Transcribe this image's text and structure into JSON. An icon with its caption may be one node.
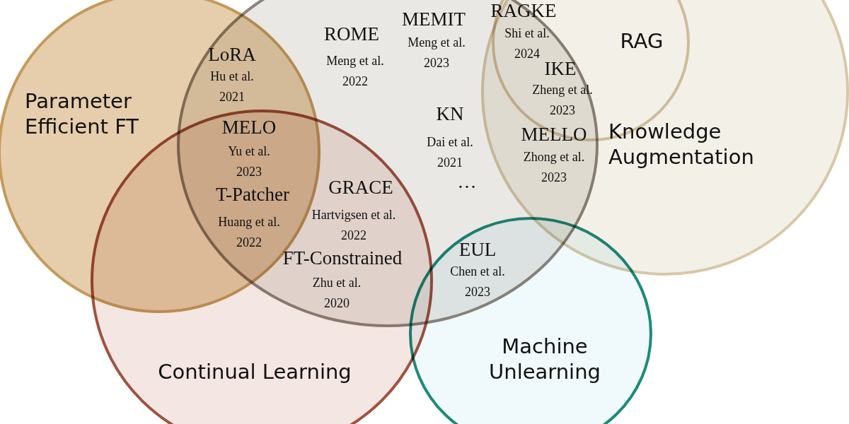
{
  "diagram": {
    "nodes": [
      {
        "text": [
          "Parameter Efficient FT"
        ]
      },
      {
        "text": [],
        "shape": "circle"
      },
      {
        "text": [
          "Continual Learning"
        ]
      },
      {
        "text": [
          "Knowledge Augmentation"
        ]
      },
      {
        "text": [
          "RAG"
        ],
        "in": 3
      },
      {
        "text": [
          "Machine Unlearning"
        ]
      }
    ],
    "edges": [],
    "labels": [
      "LoRA",
      "Hu et al. 2021",
      "ROME",
      "Meng et al. 2022",
      "MEMIT",
      "Meng et al. 2023",
      "RAGKE",
      "Shi et al. 2024",
      "IKE",
      "Zheng et al. 2023",
      "KN",
      "Dai et al. 2021",
      "MELO",
      "Yu et al. 2023",
      "MELLO",
      "Zhong et al. 2023",
      "GRACE",
      "Hartvigsen et al. 2022",
      "…",
      "T-Patcher",
      "Huang et al. 2022",
      "FT-Constrained",
      "Zhu et al. 2020",
      "EUL",
      "Chen et al. 2023"
    ]
  }
}
